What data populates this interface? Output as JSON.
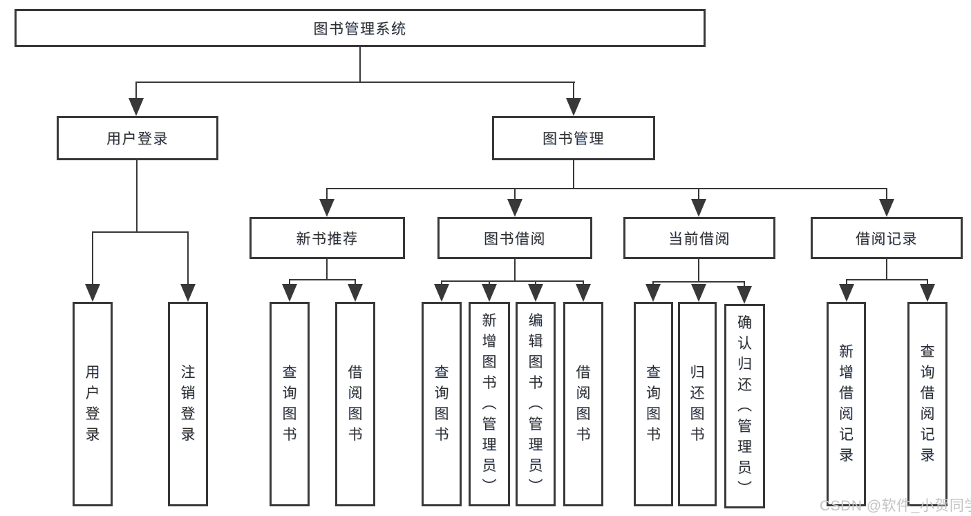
{
  "nodes": {
    "root": "图书管理系统",
    "user_login": "用户登录",
    "book_mgmt": "图书管理",
    "new_book_rec": "新书推荐",
    "book_borrow": "图书借阅",
    "current_borrow": "当前借阅",
    "borrow_records": "借阅记录"
  },
  "leaves": {
    "user_login": "用户登录",
    "logout": "注销登录",
    "nb_query": "查询图书",
    "nb_borrow": "借阅图书",
    "bb_query": "查询图书",
    "bb_add": "新增图书（管理员）",
    "bb_edit": "编辑图书（管理员）",
    "bb_borrow": "借阅图书",
    "cb_query": "查询图书",
    "cb_return": "归还图书",
    "cb_confirm": "确认归还（管理员）",
    "br_add": "新增借阅记录",
    "br_query": "查询借阅记录"
  },
  "watermark": "CSDN @软件_小贺同学",
  "colors": {
    "line": "#383838",
    "text": "#2e2e2e",
    "watermark": "#c4c4c4",
    "background": "#ffffff"
  }
}
